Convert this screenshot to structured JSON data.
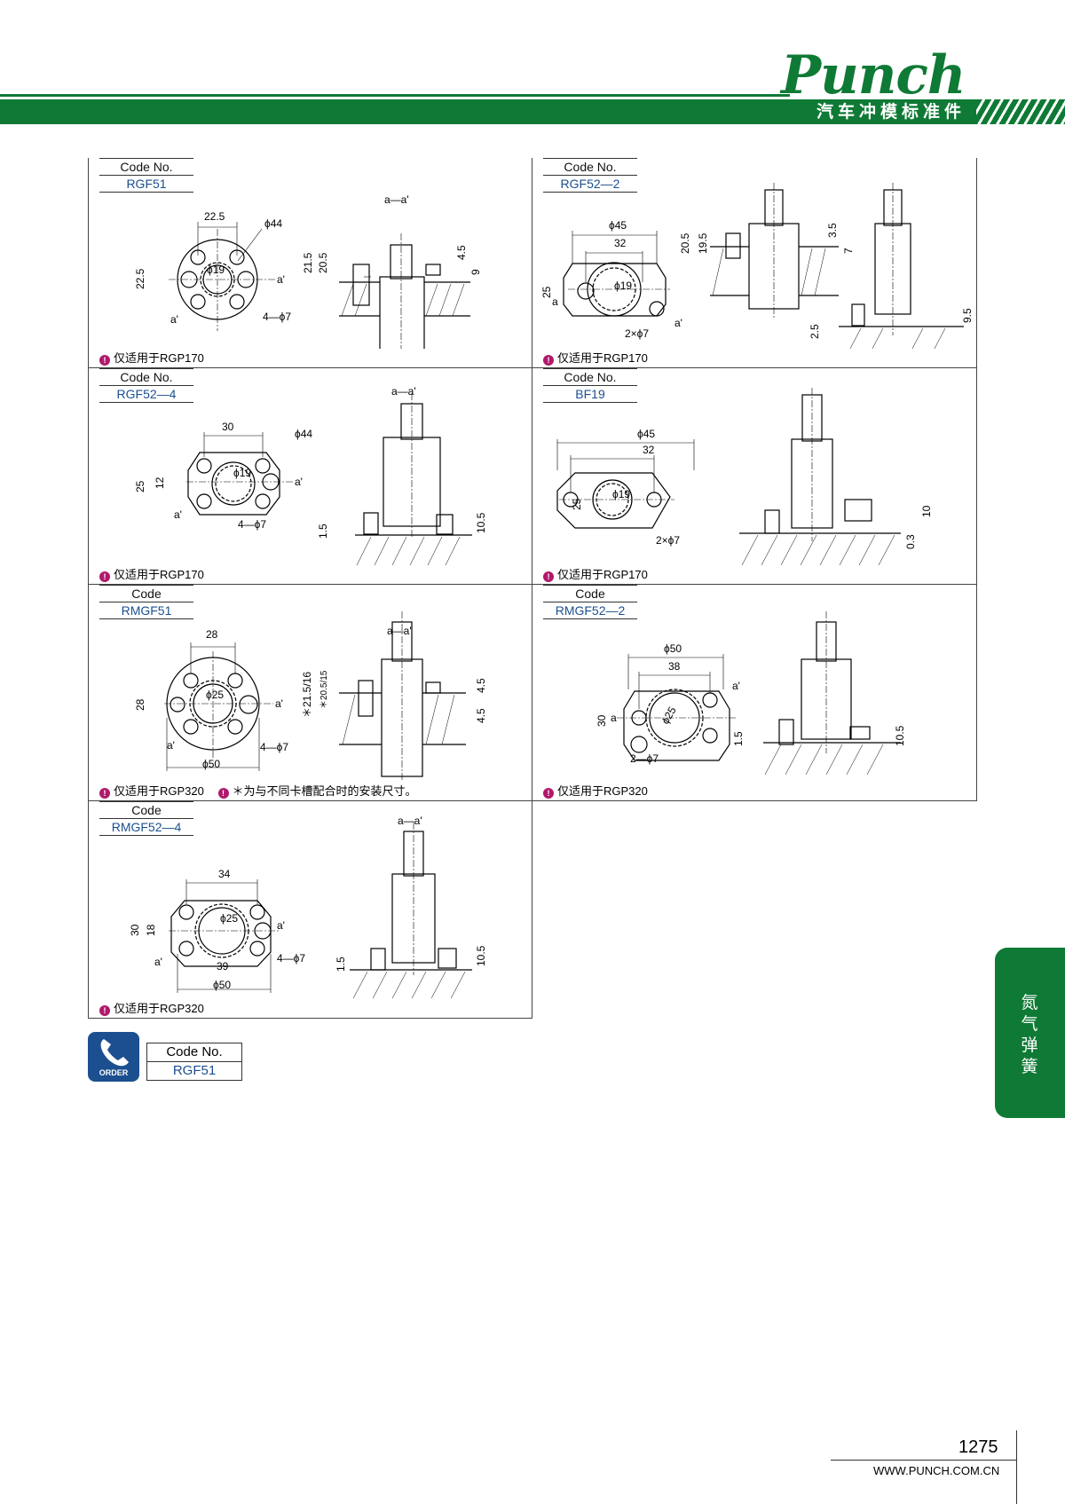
{
  "header": {
    "logo": "Punch",
    "subtitle": "汽车冲模标准件"
  },
  "cells": [
    {
      "label": "Code No.",
      "code": "RGF51",
      "note": "仅适用于RGP170"
    },
    {
      "label": "Code No.",
      "code": "RGF52—2",
      "note": "仅适用于RGP170"
    },
    {
      "label": "Code No.",
      "code": "RGF52—4",
      "note": "仅适用于RGP170"
    },
    {
      "label": "Code No.",
      "code": "BF19",
      "note": "仅适用于RGP170"
    },
    {
      "label": "Code",
      "code": "RMGF51",
      "note": "仅适用于RGP320",
      "note2": "＊为与不同卡槽配合时的安装尺寸。"
    },
    {
      "label": "Code",
      "code": "RMGF52—2",
      "note": "仅适用于RGP320"
    },
    {
      "label": "Code",
      "code": "RMGF52—4",
      "note": "仅适用于RGP320"
    }
  ],
  "dims": {
    "rgf51": {
      "w": "22.5",
      "d1": "ϕ44",
      "d2": "ϕ19",
      "h": "22.5",
      "holes": "4—ϕ7",
      "a": "a'",
      "ap": "a'",
      "sec": "a—a'",
      "v1": "21.5",
      "v2": "20.5",
      "v3": "4.5",
      "v4": "9"
    },
    "rgf522": {
      "d1": "ϕ45",
      "w": "32",
      "d2": "ϕ19",
      "h": "25",
      "holes": "2×ϕ7",
      "a": "a",
      "ap": "a'",
      "v1": "20.5",
      "v2": "19.5",
      "v3": "3.5",
      "v4": "7",
      "v5": "2.5",
      "v6": "9.5"
    },
    "rgf524": {
      "w": "30",
      "d1": "ϕ44",
      "d2": "ϕ19",
      "h1": "25",
      "h2": "12",
      "holes": "4—ϕ7",
      "ap": "a'",
      "a": "a'",
      "sec": "a—a'",
      "v1": "1.5",
      "v2": "10.5"
    },
    "bf19": {
      "d1": "ϕ45",
      "w": "32",
      "d2": "ϕ19",
      "h": "25",
      "holes": "2×ϕ7",
      "v1": "10",
      "v2": "0.3"
    },
    "rmgf51": {
      "w": "28",
      "d2": "ϕ25",
      "h": "28",
      "holes": "4—ϕ7",
      "d1": "ϕ50",
      "a": "a'",
      "ap": "a'",
      "sec": "a—a'",
      "v1": "＊21.5/16",
      "v2": "＊20.5/15",
      "v3": "4.5",
      "v4": "4.5"
    },
    "rmgf522": {
      "d1": "ϕ50",
      "w": "38",
      "ap": "a'",
      "h": "30",
      "d2": "ϕ25",
      "a": "a",
      "holes": "2—ϕ7",
      "v1": "1.5",
      "v2": "10.5"
    },
    "rmgf524": {
      "w": "34",
      "d2": "ϕ25",
      "h1": "30",
      "h2": "18",
      "ap": "a'",
      "a": "a'",
      "holes": "4—ϕ7",
      "w2": "39",
      "d1": "ϕ50",
      "sec": "a—a'",
      "v1": "1.5",
      "v2": "10.5"
    }
  },
  "order": {
    "icon": "phone-icon",
    "text": "ORDER",
    "label": "Code No.",
    "code": "RGF51"
  },
  "side_tab": "氮气弹簧",
  "footer": {
    "page": "1275",
    "site": "WWW.PUNCH.COM.CN"
  },
  "colors": {
    "brand": "#0f7a35",
    "code": "#1b4f8f",
    "note": "#b0196b"
  }
}
